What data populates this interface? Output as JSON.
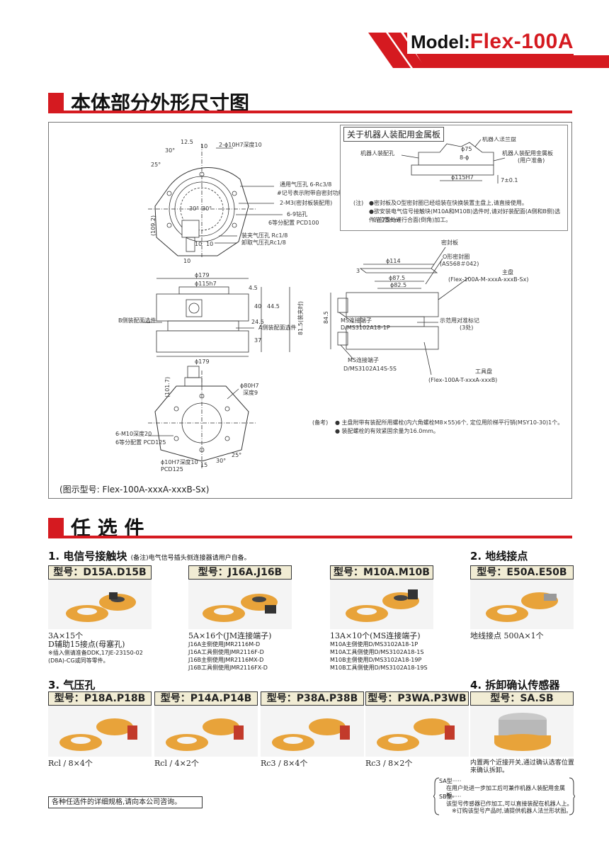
{
  "header": {
    "model_prefix": "Model:",
    "model_value": "Flex-100A"
  },
  "sections": {
    "dims_title": "本体部分外形尺寸图",
    "options_title": "任 选 件"
  },
  "drawing": {
    "caption": "(图示型号: Flex-100A-xxxA-xxxB-Sx)",
    "top_view": {
      "dims": [
        "12.5",
        "10",
        "30°",
        "25°",
        "(109.2)",
        "30°",
        "30°",
        "10",
        "10",
        "10"
      ],
      "notes": [
        "2-ϕ10H7深度10",
        "通用气压孔 6-Rc3/8",
        "#记号表示附带自密封功能",
        "2-M3(密封板装配用)",
        "6-9钻孔",
        "6等分配置 PCD100",
        "装夹气压孔 Rc1/8",
        "卸取气压孔Rc1/8"
      ]
    },
    "side_view": {
      "dims": [
        "ϕ179",
        "ϕ115h7",
        "4.5",
        "40",
        "44.5",
        "24.5",
        "37",
        "81.5(装夹时)",
        "ϕ179"
      ],
      "labels": [
        "B侧装配面选件",
        "A侧装配面选件"
      ]
    },
    "bottom_view": {
      "dims": [
        "(101.7)",
        "ϕ80H7",
        "深度9",
        "15",
        "30°",
        "25°"
      ],
      "notes": [
        "6-M10深度20",
        "6等分配置 PCD125",
        "ϕ10H7深度10",
        "PCD125"
      ]
    },
    "exploded_view": {
      "dims": [
        "ϕ114",
        "3",
        "ϕ87.5",
        "ϕ82.5",
        "84.5"
      ],
      "labels": [
        "密封板",
        "O形密封圈",
        "(AS568＃042)",
        "主盘",
        "(Flex-100A-M-xxxA-xxxB-Sx)",
        "MS连接端子",
        "D/MS3102A18-1P",
        "示范用对准标记",
        "(3处)",
        "MS连接端子",
        "D/MS3102A14S-5S",
        "工具盘",
        "(Flex-100A-T-xxxA-xxxB)"
      ]
    },
    "remarks": {
      "label": "(备考)",
      "lines": [
        "● 主盘附带有装配所用螺栓(内六角螺栓M8×55)6个, 定位用阶梯平行销(MSY10-30)1个。",
        "● 装配螺栓的有效紧固余量为16.0mm。"
      ]
    }
  },
  "plate": {
    "title": "关于机器人装配用金属板",
    "labels": [
      "机器人法兰盘",
      "机器人装配孔",
      "机器人装配用金属板",
      "(用户准备)",
      "ϕ75",
      "8-ϕ",
      "ϕ115H7",
      "7±0.1"
    ],
    "note_label": "(注)",
    "note_lines": [
      "●密封板及O型密封圈已经组装在快换装置主盘上,请直接使用。",
      "●欲安装电气信号接触块(M10A和M10B)选件时,请对好装配面(A侧和B侧)选件,在75mm",
      "的位置处进行合面(倒角)加工。"
    ]
  },
  "options": {
    "group1": {
      "heading": "1. 电信号接触块",
      "remark": "(备注)电气信号插头侧连接器请用户自备。"
    },
    "group2": {
      "heading": "2. 地线接点"
    },
    "group3": {
      "heading": "3. 气压孔"
    },
    "group4": {
      "heading": "4. 拆卸确认传感器"
    },
    "items": [
      {
        "model": "型号：D15A.D15B",
        "desc": "3A×15个",
        "desc2": "D辅助15接点(母塞孔)",
        "small": [
          "※插入侧请准备DDK,17JE-23150-02",
          "(D8A)-CG或同等零件。"
        ]
      },
      {
        "model": "型号：J16A.J16B",
        "desc": "5A×16个(JM连接端子)",
        "desc2": "",
        "small": [
          "J16A主侧使用JMR2116M-D",
          "J16A工具侧使用JMR2116F-D",
          "J16B主侧使用JMR2116MX-D",
          "J16B工具侧使用JMR2116FX-D"
        ]
      },
      {
        "model": "型号：M10A.M10B",
        "desc": "13A×10个(MS连接端子)",
        "desc2": "",
        "small": [
          "M10A主侧使用D/MS3102A18-1P",
          "M10A工具侧使用D/MS3102A18-1S",
          "M10B主侧使用D/MS3102A18-19P",
          "M10B工具侧使用D/MS3102A18-19S"
        ]
      },
      {
        "model": "型号：E50A.E50B",
        "desc": "地线接点 500A×1个",
        "desc2": "",
        "small": []
      },
      {
        "model": "型号：P18A.P18B",
        "desc": "Rcl / 8×4个",
        "desc2": "",
        "small": []
      },
      {
        "model": "型号：P14A.P14B",
        "desc": "Rcl / 4×2个",
        "desc2": "",
        "small": []
      },
      {
        "model": "型号：P38A.P38B",
        "desc": "Rc3 / 8×4个",
        "desc2": "",
        "small": []
      },
      {
        "model": "型号：P3WA.P3WB",
        "desc": "Rc3 / 8×2个",
        "desc2": "",
        "small": []
      },
      {
        "model": "型号：SA.SB",
        "desc": "内置两个近接开关,通过确认选客位置",
        "desc2": "来确认拆卸。",
        "small": []
      }
    ]
  },
  "bottom_note": "各种任选件的详细规格,请向本公司咨询。",
  "sasb": {
    "sa_label": "SA型·····",
    "sa_text": "在用户处进一步加工后可兼作机器人装配用金属板。",
    "sb_label": "SB型·····",
    "sb_text": "该型号传感器已作加工,可以直接装配在机器人上。",
    "sb_text2": "※订购该型号产品时,请提供机器人法兰形状图。"
  },
  "colors": {
    "accent": "#d51a20",
    "orange": "#e8a33a",
    "label_bg": "#f1ecd4"
  }
}
